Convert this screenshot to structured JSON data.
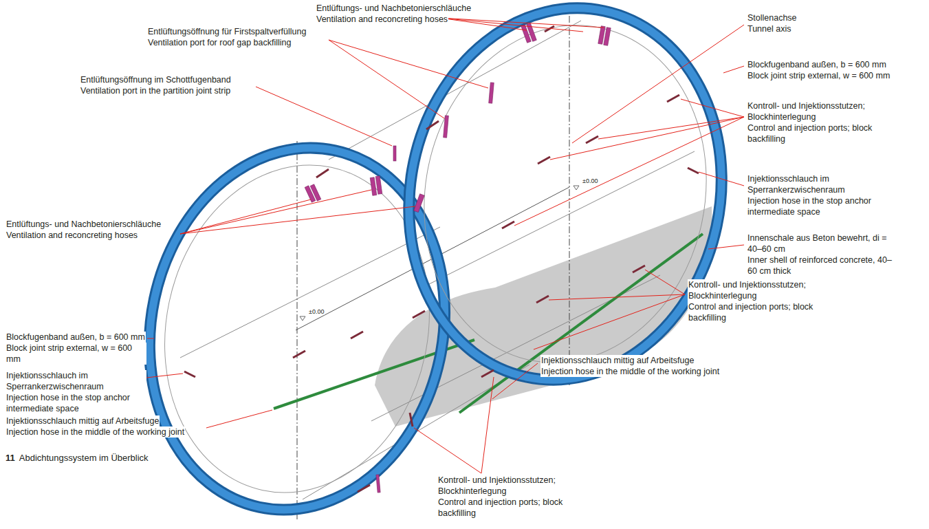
{
  "diagram": {
    "caption": "Abdichtungssystem im Überblick",
    "labels": [
      "Entlüftungs- und Nachbetonierschläuche",
      "Ventilation and reconcreting hoses",
      "Entlüftungsöffnung für Firstspaltverfüllung",
      "Ventilation port for roof gap backfilling",
      "Entlüftungsöffnung im Schottfugenband",
      "Ventilation port in the partition joint strip",
      "Entlüftungs- und Nachbetonierschläuche",
      "Ventilation and reconcreting hoses",
      "Blockfugenband außen, b = 600 mm",
      "Block joint strip external, w = 600 mm",
      "Injektionsschlauch im Sperrankerzwischenraum",
      "Injection hose in the stop anchor intermediate space",
      "Injektionsschlauch mittig auf Arbeitsfuge",
      "Injection hose in the middle of the working joint",
      "Stollenachse",
      "Tunnel axis",
      "Blockfugenband außen, b = 600 mm",
      "Block joint strip external, w = 600 mm",
      "Kontroll- und Injektionsstutzen; Blockhinterlegung",
      "Control and injection ports; block backfilling",
      "Injektionsschlauch im Sperrankerzwischenraum",
      "Injection hose in the stop anchor intermediate space",
      "Innenschale aus Beton bewehrt, di = 40–60 cm",
      "Inner shell of reinforced concrete, 40–60 cm thick",
      "Kontroll- und Injektionsstutzen; Blockhinterlegung",
      "Control and injection ports; block backfilling",
      "Injektionsschlauch mittig auf Arbeitsfuge",
      "Injection hose in the middle of the working joint",
      "Kontroll- und Injektionsstutzen; Blockhinterlegung",
      "Control and injection ports; block backfilling",
      "±0.00",
      "±0.00",
      "11"
    ]
  }
}
